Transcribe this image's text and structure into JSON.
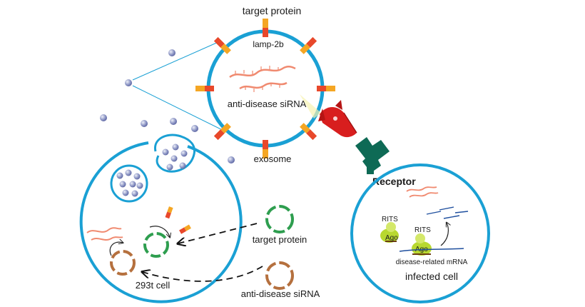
{
  "labels": {
    "target_protein_top": "target protein",
    "lamp2b": "lamp-2b",
    "siRNA_center": "anti-disease siRNA",
    "exosome": "exosome",
    "receptor": "Receptor",
    "target_protein_bottom": "target protein",
    "siRNA_bottom": "anti-disease siRNA",
    "cell_293t": "293t cell",
    "rits_1": "RITS",
    "ago_1": "Ago",
    "rits_2": "RITS",
    "ago_2": "Ago",
    "mrna": "disease-related mRNA",
    "infected_cell": "infected cell"
  },
  "colors": {
    "membrane": "#1aa0d4",
    "receptor": "#0e6a55",
    "rocket": "#d81e1e",
    "siRNA": "#f08a70",
    "plasmid_green": "#2e9e4f",
    "plasmid_brown": "#b5703e",
    "ago_green": "#b8d830",
    "mrna_blue": "#1f4f9e"
  }
}
